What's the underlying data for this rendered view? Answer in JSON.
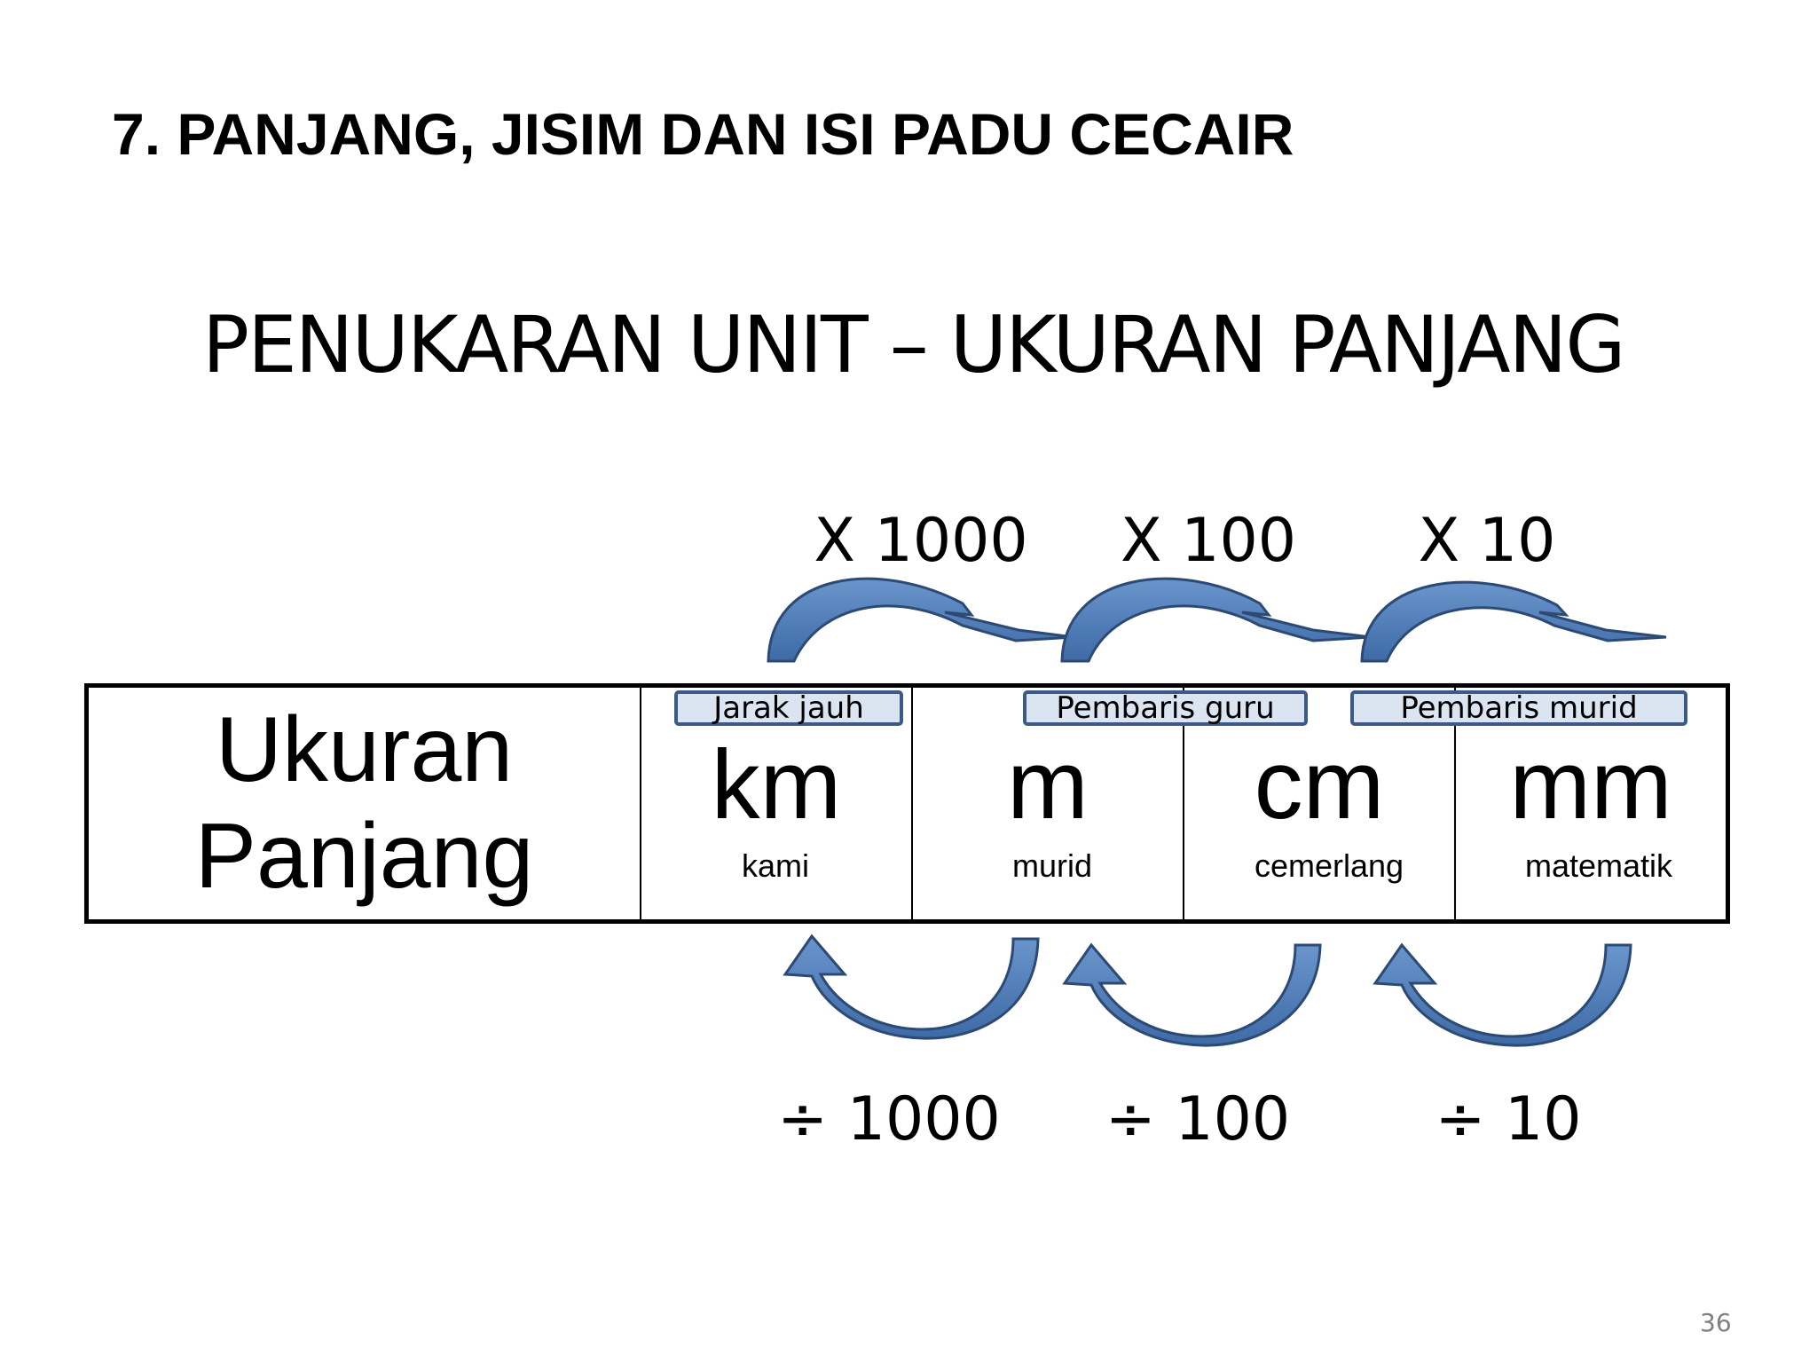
{
  "section_title": "7. PANJANG, JISIM DAN ISI PADU CECAIR",
  "slide_title": "PENUKARAN UNIT – UKURAN PANJANG",
  "table": {
    "header_line1": "Ukuran",
    "header_line2": "Panjang",
    "units": [
      {
        "symbol": "km",
        "mnemonic": "kami"
      },
      {
        "symbol": "m",
        "mnemonic": "murid"
      },
      {
        "symbol": "cm",
        "mnemonic": "cemerlang"
      },
      {
        "symbol": "mm",
        "mnemonic": "matematik"
      }
    ]
  },
  "tags": [
    "Jarak jauh",
    "Pembaris guru",
    "Pembaris murid"
  ],
  "multiply_labels": [
    "X 1000",
    "X 100",
    "X 10"
  ],
  "divide_labels": [
    "÷ 1000",
    "÷ 100",
    "÷ 10"
  ],
  "page_number": "36",
  "colors": {
    "arrow_fill": "#4f81bd",
    "arrow_stroke": "#2c4a73",
    "tag_fill": "#dbe5f1",
    "tag_border": "#3c5a88"
  }
}
